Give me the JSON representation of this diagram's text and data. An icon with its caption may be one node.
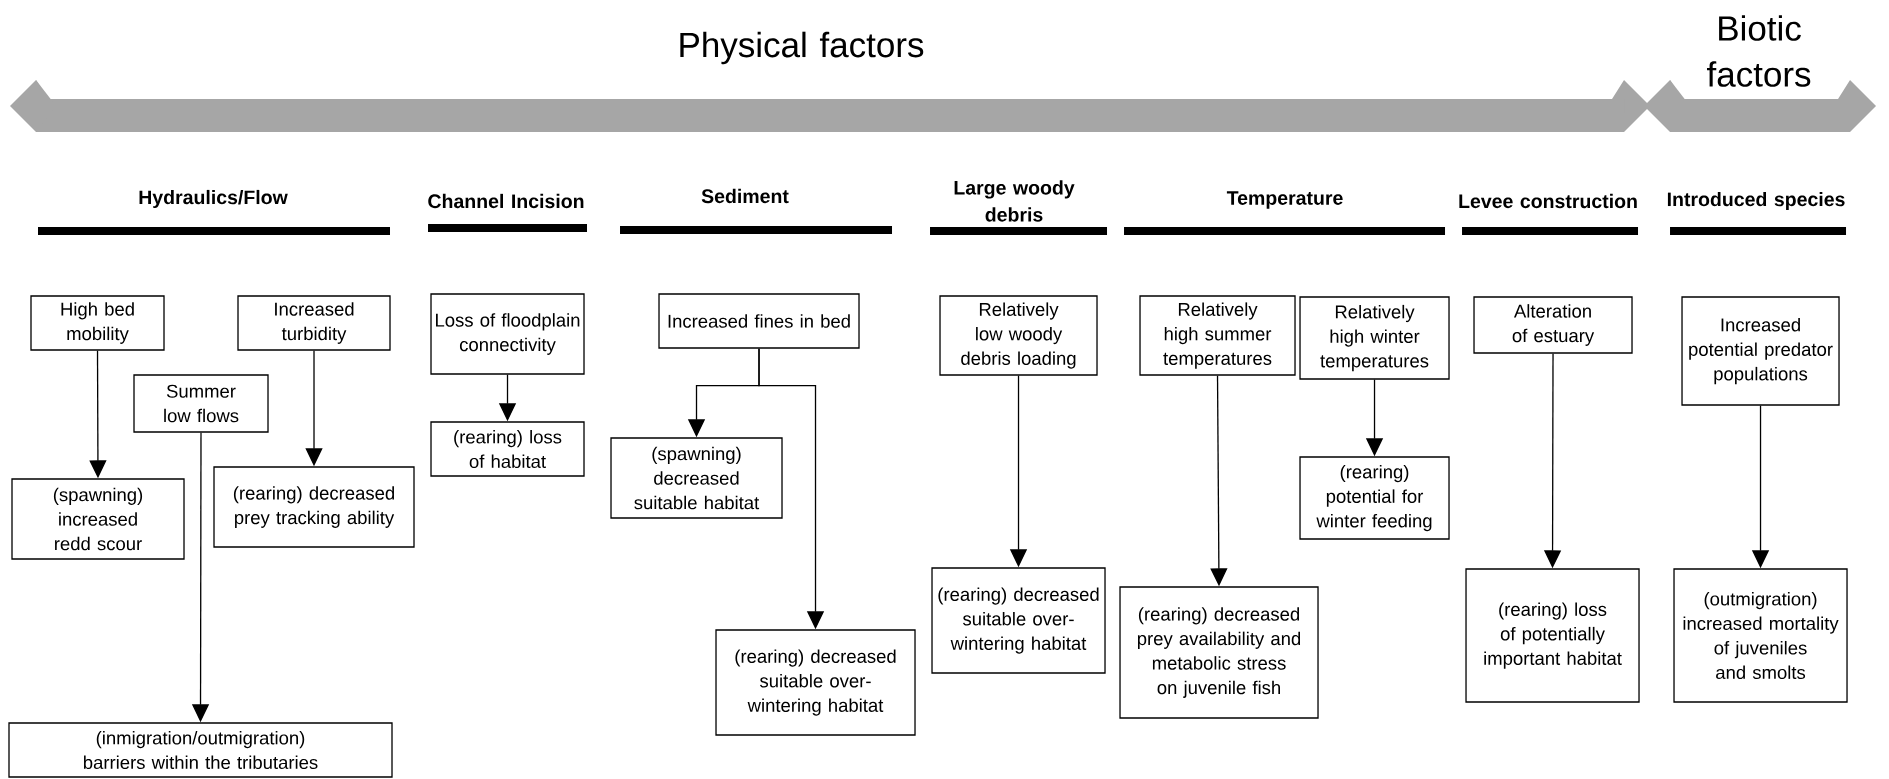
{
  "diagram": {
    "nodes": [
      {
        "text": [
          "High bed mobility"
        ]
      },
      {
        "text": [
          "Increased turbidity"
        ]
      },
      {
        "text": [
          "Summer low flows"
        ]
      },
      {
        "text": [
          "(spawning) increased redd scour"
        ]
      },
      {
        "text": [
          "(rearing) decreased prey tracking ability"
        ]
      },
      {
        "text": [
          "(inmigration/outmigration) barriers within the tributaries"
        ]
      },
      {
        "text": [
          "Loss of floodplain connectivity"
        ]
      },
      {
        "text": [
          "(rearing) loss of habitat"
        ]
      },
      {
        "text": [
          "Increased fines in bed"
        ]
      },
      {
        "text": [
          "(spawning) decreased suitable habitat"
        ]
      },
      {
        "text": [
          "(rearing) decreased suitable over-wintering habitat"
        ]
      },
      {
        "text": [
          "Relatively low woody debris loading"
        ]
      },
      {
        "text": [
          "(rearing) decreased suitable over-wintering habitat"
        ]
      },
      {
        "text": [
          "Relatively high summer temperatures"
        ]
      },
      {
        "text": [
          "Relatively high winter temperatures"
        ]
      },
      {
        "text": [
          "(rearing) potential for winter feeding"
        ]
      },
      {
        "text": [
          "(rearing) decreased prey availability and metabolic stress on juvenile fish"
        ]
      },
      {
        "text": [
          "Alteration of estuary"
        ]
      },
      {
        "text": [
          "(rearing) loss of potentially important habitat"
        ]
      },
      {
        "text": [
          "Increased potential predator populations"
        ]
      },
      {
        "text": [
          "(outmigration) increased mortality of juveniles and smolts"
        ]
      }
    ],
    "edges": [
      {
        "from": 0,
        "to": 3,
        "arrow": "to"
      },
      {
        "from": 1,
        "to": 4,
        "arrow": "to"
      },
      {
        "from": 2,
        "to": 5,
        "arrow": "to"
      },
      {
        "from": 6,
        "to": 7,
        "arrow": "to"
      },
      {
        "from": 8,
        "to": 9,
        "arrow": "to"
      },
      {
        "from": 8,
        "to": 10,
        "arrow": "to"
      },
      {
        "from": 11,
        "to": 12,
        "arrow": "to"
      },
      {
        "from": 13,
        "to": 16,
        "arrow": "to"
      },
      {
        "from": 14,
        "to": 15,
        "arrow": "to"
      },
      {
        "from": 17,
        "to": 18,
        "arrow": "to"
      },
      {
        "from": 19,
        "to": 20,
        "arrow": "to"
      }
    ],
    "labels": [
      "Physical factors",
      "Biotic factors",
      "Hydraulics/Flow",
      "Channel Incision",
      "Sediment",
      "Large woody debris",
      "Temperature",
      "Levee construction",
      "Introduced species"
    ]
  }
}
